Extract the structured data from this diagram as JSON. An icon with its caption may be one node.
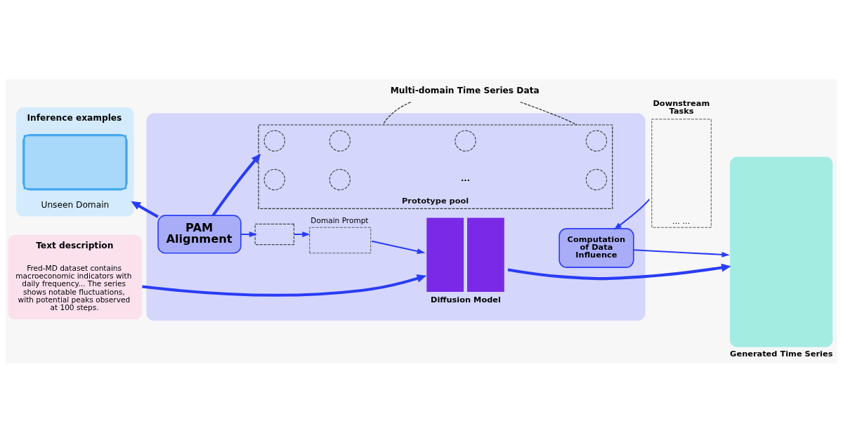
{
  "diagram": {
    "nodes": [
      {
        "text": [
          "Multi-domain Time Series Data"
        ]
      },
      {
        "text": [
          "Inference examples",
          "Unseen Domain"
        ]
      },
      {
        "text": [
          "Text description",
          "Fred-MD dataset contains macroeconomic indicators with daily frequency... The series shows notable fluctuations, with potential peaks observed at 100 steps."
        ]
      },
      {
        "text": [],
        "shape": "box"
      },
      {
        "text": [
          "PAM Alignment"
        ],
        "in": 3
      },
      {
        "text": [
          "Prototype pool"
        ],
        "in": 3
      },
      {
        "text": [],
        "shape": "circle",
        "in": 5
      },
      {
        "text": [],
        "shape": "circle",
        "in": 5
      },
      {
        "text": [],
        "shape": "circle",
        "in": 5
      },
      {
        "text": [],
        "shape": "circle",
        "in": 5
      },
      {
        "text": [],
        "shape": "circle",
        "in": 5
      },
      {
        "text": [],
        "shape": "circle",
        "in": 5
      },
      {
        "text": [],
        "shape": "circle",
        "in": 5
      },
      {
        "text": [],
        "shape": "box",
        "in": 3
      },
      {
        "text": [
          "Domain Prompt"
        ],
        "in": 3
      },
      {
        "text": [
          "Diffusion Model"
        ],
        "in": 3
      },
      {
        "text": [
          "Computation of Data Influence"
        ],
        "in": 3
      },
      {
        "text": [
          "Downstream Tasks",
          "... ..."
        ]
      },
      {
        "text": [
          "Generated Time Series"
        ]
      }
    ],
    "edges": [
      {
        "from": 0,
        "to": 5,
        "arrow": "none",
        "style": "dashed",
        "color": "#333333"
      },
      {
        "from": 0,
        "to": 5,
        "arrow": "none",
        "style": "dashed",
        "color": "#333333"
      },
      {
        "from": 4,
        "to": 1,
        "arrow": "to",
        "style": "thick"
      },
      {
        "from": 4,
        "to": 5,
        "arrow": "to",
        "style": "thick"
      },
      {
        "from": 4,
        "to": 13,
        "arrow": "to"
      },
      {
        "from": 13,
        "to": 14,
        "arrow": "to"
      },
      {
        "from": 14,
        "to": 15,
        "arrow": "to"
      },
      {
        "from": 2,
        "to": 15,
        "arrow": "to",
        "style": "thick"
      },
      {
        "from": 17,
        "to": 16,
        "arrow": "to"
      },
      {
        "from": 16,
        "to": 18,
        "arrow": "to"
      },
      {
        "from": 15,
        "to": 18,
        "arrow": "to",
        "style": "thick"
      }
    ],
    "labels": [
      "..."
    ]
  }
}
